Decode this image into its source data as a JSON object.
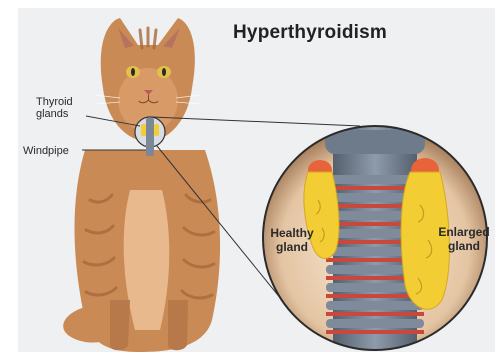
{
  "title": "Hyperthyroidism",
  "labels": {
    "thyroid_glands": "Thyroid glands",
    "windpipe": "Windpipe",
    "healthy_gland": "Healthy gland",
    "enlarged_gland": "Enlarged gland"
  },
  "colors": {
    "background": "#eef0f1",
    "cat_fur": "#c98a56",
    "cat_stripes": "#a86a3b",
    "windpipe_gray": "#707e8e",
    "thyroid_yellow": "#f2cd33",
    "thyroid_cap": "#e8623a",
    "ring_red": "#c8483e"
  }
}
